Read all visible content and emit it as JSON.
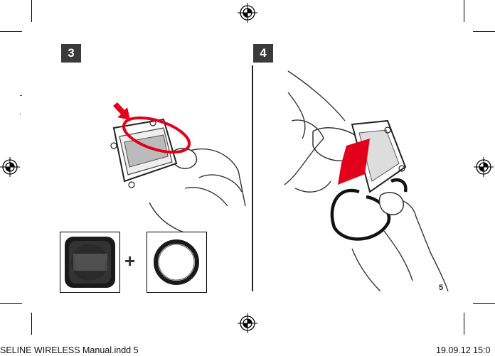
{
  "steps": {
    "left": "3",
    "right": "4"
  },
  "plus_sign": "+",
  "page_number": "5",
  "footer": {
    "file_info": "SELINE WIRELESS Manual.indd   5",
    "date_time": "19.09.12   15:0"
  },
  "colors": {
    "accent_red": "#e2001a",
    "badge": "#3a3a3a"
  },
  "icons": [
    "registration-mark-icon",
    "red-arrow-icon",
    "plus-icon"
  ]
}
